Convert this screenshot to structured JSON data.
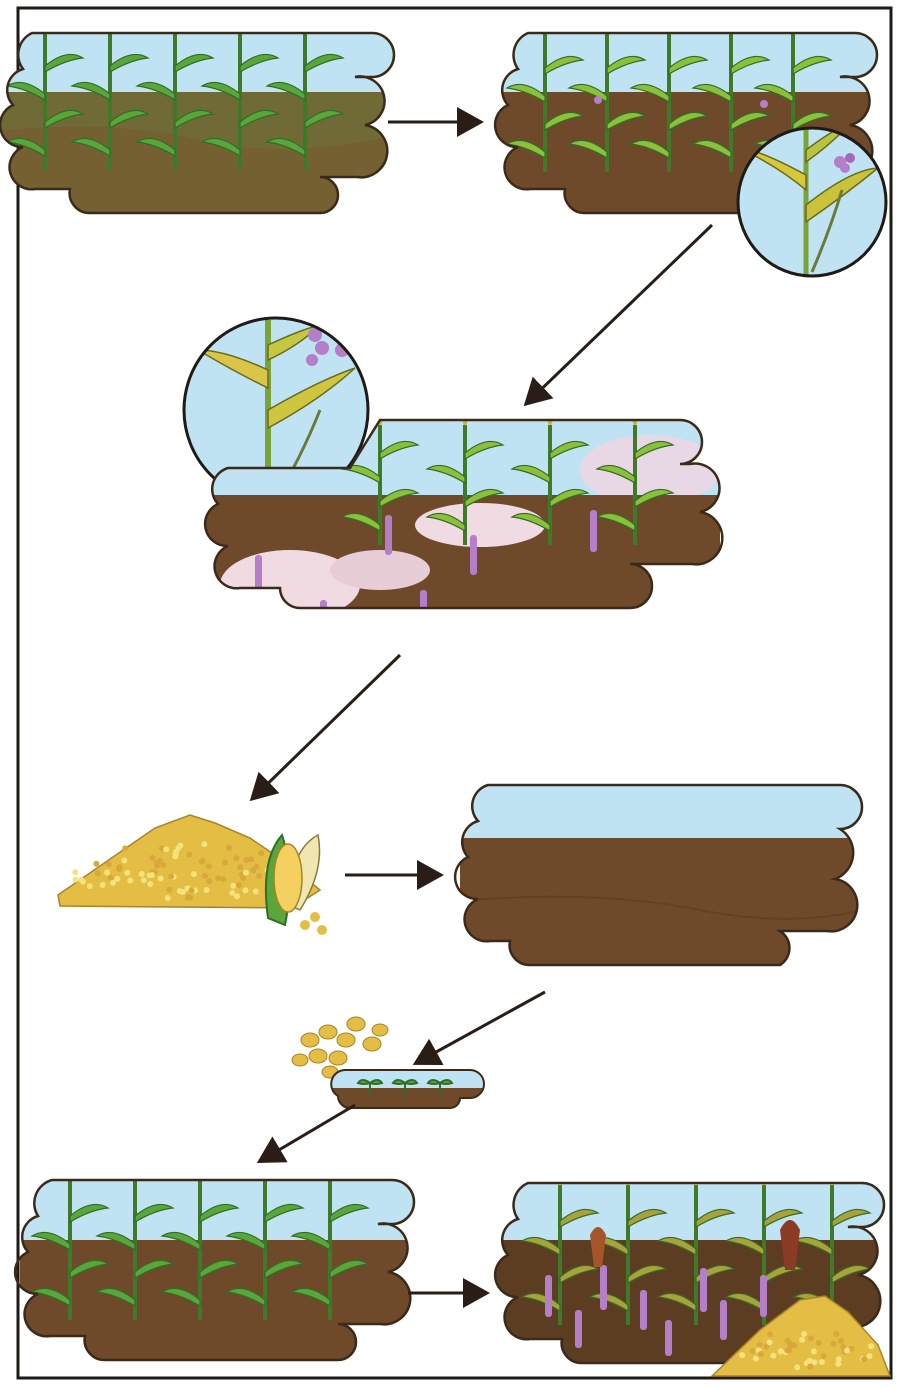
{
  "diagram": {
    "kind": "illustrated crop-cycle flow diagram (no printed text)",
    "colors": {
      "frame": "#1e1a16",
      "sky": "#bfe3f3",
      "soil": "#6e4a2a",
      "soil_olive": "#6f6a36",
      "soil_dark": "#5c3d22",
      "corn_leaf": "#5aa63a",
      "corn_leaf_dark": "#2f6e28",
      "corn_yellow": "#d7c83a",
      "corn_dying": "#8b3a24",
      "weed": "#b57ec8",
      "salt": "#f0dbe2",
      "grain": "#e4bd45",
      "grain_light": "#f6e27a",
      "arrow": "#2a1d17"
    },
    "scenes": [
      {
        "name": "healthy-corn-field"
      },
      {
        "name": "weed-emerging-field"
      },
      {
        "name": "weed-closeup-1"
      },
      {
        "name": "weed-closeup-2"
      },
      {
        "name": "weedy-salty-field"
      },
      {
        "name": "harvest-grain-pile"
      },
      {
        "name": "bare-soil-field"
      },
      {
        "name": "weed-seeds-and-seedlings"
      },
      {
        "name": "replanted-corn-field"
      },
      {
        "name": "infested-field-with-harvest"
      }
    ],
    "arrows": 7
  }
}
